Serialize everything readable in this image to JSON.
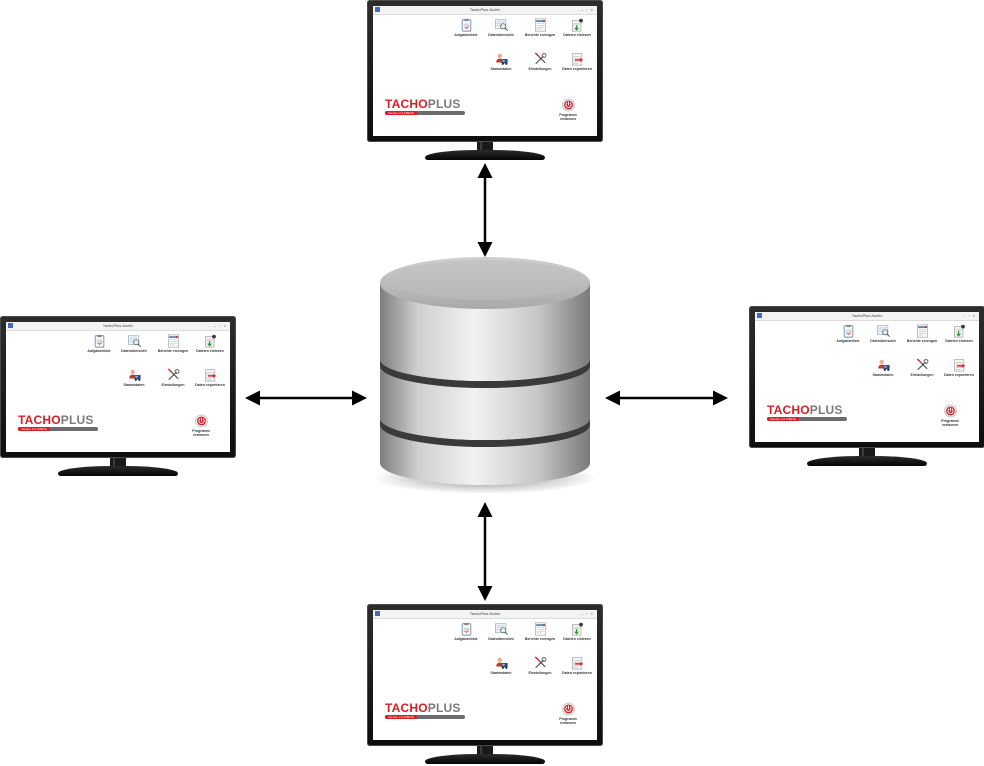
{
  "app": {
    "window_title": "TachoPlus Archiv",
    "window_controls": "– ▫ ×",
    "tiles": [
      {
        "label": "Aufgabenliste",
        "icon": "clipboard-icon"
      },
      {
        "label": "Datenübersicht",
        "icon": "magnifier-document-icon"
      },
      {
        "label": "Berichte erzeugen",
        "icon": "report-icon"
      },
      {
        "label": "Dateien einlesen",
        "icon": "download-card-icon"
      },
      {
        "label": "Stammdaten",
        "icon": "driver-truck-icon"
      },
      {
        "label": "Einstellungen",
        "icon": "tools-icon"
      },
      {
        "label": "Daten exportieren",
        "icon": "export-icon"
      }
    ],
    "logo": {
      "part1": "TACHO",
      "part2": "PLUS",
      "version": "Version 2.2.0 BETA"
    },
    "exit_label": "Programm verlassen",
    "exit_icon": "power-icon"
  },
  "colors": {
    "brand_red": "#d61f26",
    "brand_gray": "#7b7b7b",
    "arrow": "#000000"
  },
  "diagram": {
    "central_node": "database-icon",
    "links": [
      "top",
      "left",
      "right",
      "bottom"
    ],
    "arrow_style": "bidirectional"
  }
}
